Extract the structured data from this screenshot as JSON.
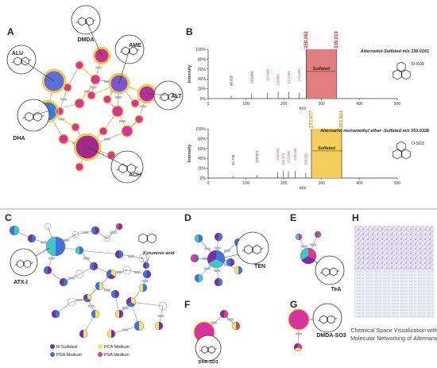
{
  "panels": {
    "A": "A",
    "B": "B",
    "C": "C",
    "D": "D",
    "E": "E",
    "F": "F",
    "G": "G",
    "H": "H"
  },
  "panelA": {
    "compounds": [
      "DMDA",
      "ALU",
      "AME",
      "ALT",
      "DHA",
      "AOH"
    ]
  },
  "spectra": {
    "xlabel": "m/z",
    "ylabel": "Intensity",
    "yticks": [
      "0%",
      "20%",
      "40%",
      "60%",
      "80%",
      "100%"
    ],
    "xticks": [
      "0",
      "100",
      "200",
      "300",
      "400",
      "500"
    ],
    "top": {
      "title": "Alternariol-Sulfated  m/z 339.0161",
      "box_label": "Sulfated",
      "peaks": [
        {
          "mz": 60.999,
          "rel": 6
        },
        {
          "mz": 115.054,
          "rel": 10
        },
        {
          "mz": 157.064,
          "rel": 12
        },
        {
          "mz": 185.059,
          "rel": 14
        },
        {
          "mz": 213.054,
          "rel": 14
        },
        {
          "mz": 241.05,
          "rel": 12
        },
        {
          "mz": 259.062,
          "rel": 100
        },
        {
          "mz": 339.019,
          "rel": 100
        }
      ],
      "label_pairs": [
        [
          "60.999",
          60.999
        ],
        [
          "115.054",
          115.054
        ],
        [
          "157.064",
          157.064
        ],
        [
          "185.059",
          185.059
        ],
        [
          "213.054",
          213.054
        ],
        [
          "241.050",
          241.05
        ],
        [
          "259.062",
          259.062
        ],
        [
          "339.019",
          339.019
        ]
      ],
      "box": [
        259.062,
        339.019
      ],
      "highlight": "#e07070",
      "struct_label": "O-SO3"
    },
    "bottom": {
      "title": "Alternariol monomethyl ether -Sulfated  m/z 353.0328",
      "box_label": "Sulfated",
      "peaks": [
        {
          "mz": 65.73,
          "rel": 4
        },
        {
          "mz": 129.071,
          "rel": 6
        },
        {
          "mz": 184.051,
          "rel": 12
        },
        {
          "mz": 198.075,
          "rel": 14
        },
        {
          "mz": 212.046,
          "rel": 14
        },
        {
          "mz": 230.058,
          "rel": 14
        },
        {
          "mz": 258.052,
          "rel": 10
        },
        {
          "mz": 273.077,
          "rel": 100
        },
        {
          "mz": 353.034,
          "rel": 100
        }
      ],
      "label_pairs": [
        [
          "65.730",
          65.73
        ],
        [
          "129.071",
          129.071
        ],
        [
          "184.051",
          184.051
        ],
        [
          "198.075",
          198.075
        ],
        [
          "212.046",
          212.046
        ],
        [
          "230.058",
          230.058
        ],
        [
          "258.052",
          258.052
        ],
        [
          "273.077",
          273.077
        ],
        [
          "353.034",
          353.034
        ]
      ],
      "box": [
        273.077,
        353.034
      ],
      "highlight": "#f3c94a",
      "struct_label": "O-SO3"
    }
  },
  "panelC": {
    "compounds": [
      "ATX-I",
      "Kynurenic acid"
    ],
    "legend": [
      {
        "label": "R-Sulfated",
        "color": "#7a2ea0"
      },
      {
        "label": "PCA Medium",
        "color": "#f5e65a"
      },
      {
        "label": "PDA Medium",
        "color": "#3f73d6"
      },
      {
        "label": "PSA Medium",
        "color": "#e23a8c"
      }
    ]
  },
  "panelD": {
    "compound": "TEN"
  },
  "panelE": {
    "compound": "TeA"
  },
  "panelF": {
    "compound": "DHA-SO3"
  },
  "panelG": {
    "compound": "DMDA-SO3"
  },
  "panelH": {
    "caption_line1": "Chemical Space Visualization with",
    "caption_line2": "Molecular Networking of ",
    "caption_italic": "Alternaria"
  }
}
